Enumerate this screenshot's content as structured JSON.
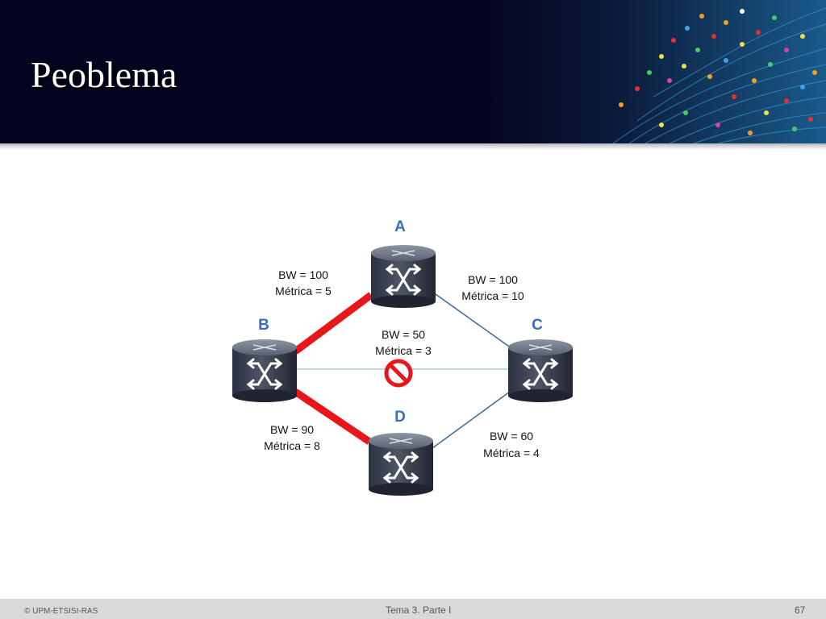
{
  "slide": {
    "title": "Peoblema",
    "footer_left": "© UPM-ETSISI-RAS",
    "footer_center": "Tema 3. Parte I",
    "footer_right": "67"
  },
  "colors": {
    "header_bg": "#03041e",
    "node_label": "#3a6bc4",
    "highlight_link": "#e8151b",
    "link_blue": "#3b6a9a",
    "link_light": "#a7cdd6"
  },
  "nodes": [
    {
      "id": "A",
      "label": "A"
    },
    {
      "id": "B",
      "label": "B"
    },
    {
      "id": "C",
      "label": "C"
    },
    {
      "id": "D",
      "label": "D"
    }
  ],
  "links": [
    {
      "from": "A",
      "to": "B",
      "bw": "BW = 100",
      "metric": "Métrica = 5",
      "highlighted": true
    },
    {
      "from": "A",
      "to": "C",
      "bw": "BW = 100",
      "metric": "Métrica = 10",
      "highlighted": false
    },
    {
      "from": "B",
      "to": "C",
      "bw": "BW = 50",
      "metric": "Métrica = 3",
      "highlighted": false,
      "blocked": true
    },
    {
      "from": "B",
      "to": "D",
      "bw": "BW = 90",
      "metric": "Métrica = 8",
      "highlighted": true
    },
    {
      "from": "D",
      "to": "C",
      "bw": "BW = 60",
      "metric": "Métrica = 4",
      "highlighted": false
    }
  ]
}
